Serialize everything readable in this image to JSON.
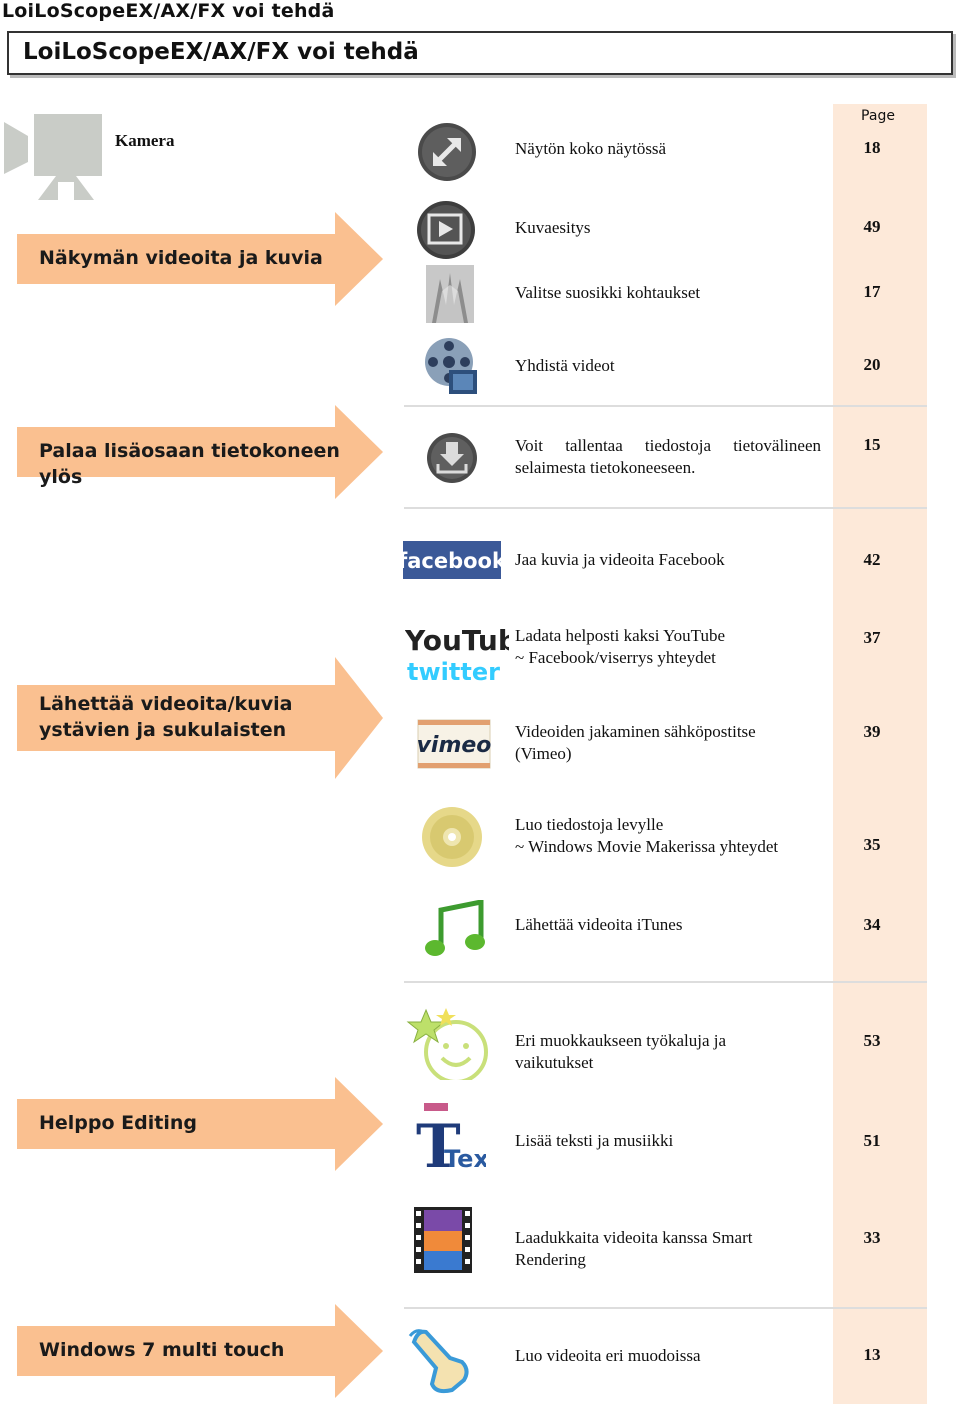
{
  "header": {
    "top_title": "LoiLoScopeEX/AX/FX voi tehdä",
    "box_title": "LoiLoScopeEX/AX/FX voi tehdä"
  },
  "page_label": "Page",
  "camera_label": "Kamera",
  "categories": [
    {
      "label": "Näkymän videoita ja kuvia"
    },
    {
      "label": "Palaa lisäosaan tietokoneen ylös"
    },
    {
      "label": "Lähettää videoita/kuvia\nystävien ja sukulaisten"
    },
    {
      "label": "Helppo Editing"
    },
    {
      "label": "Windows 7 multi touch"
    }
  ],
  "features": [
    {
      "icon": "fullscreen-icon",
      "text": "Näytön koko näytössä",
      "page": "18"
    },
    {
      "icon": "slideshow-icon",
      "text": "Kuvaesitys",
      "page": "49"
    },
    {
      "icon": "favorites-icon",
      "text": "Valitse suosikki kohtaukset",
      "page": "17"
    },
    {
      "icon": "film-reel-icon",
      "text": "Yhdistä videot",
      "page": "20"
    },
    {
      "icon": "download-icon",
      "text": "Voit tallentaa tiedostoja tietovälineen selaimesta tietokoneeseen.",
      "page": "15"
    },
    {
      "icon": "facebook-icon",
      "text": "Jaa kuvia ja videoita Facebook",
      "page": "42"
    },
    {
      "icon": "youtube-twitter-icon",
      "text": "Ladata helposti kaksi YouTube\n~ Facebook/viserrys yhteydet",
      "page": "37"
    },
    {
      "icon": "vimeo-icon",
      "text": "Videoiden jakaminen sähköpostitse\n(Vimeo)",
      "page": "39"
    },
    {
      "icon": "disc-icon",
      "text": "Luo tiedostoja levylle\n~ Windows Movie Makerissa yhteydet",
      "page": "35"
    },
    {
      "icon": "music-note-icon",
      "text": "Lähettää videoita iTunes",
      "page": "34"
    },
    {
      "icon": "effects-icon",
      "text": "Eri muokkaukseen työkaluja ja\nvaikutukset",
      "page": "53"
    },
    {
      "icon": "text-icon",
      "text": "Lisää teksti ja musiikki",
      "page": "51"
    },
    {
      "icon": "film-strip-icon",
      "text": "Laadukkaita videoita kanssa Smart\nRendering",
      "page": "33"
    },
    {
      "icon": "touch-hand-icon",
      "text": "Luo videoita eri muodoissa",
      "page": "13"
    }
  ],
  "logos": {
    "facebook": "facebook",
    "youtube": "YouTube",
    "twitter": "twitter",
    "vimeo": "vimeo",
    "text": "Text"
  }
}
